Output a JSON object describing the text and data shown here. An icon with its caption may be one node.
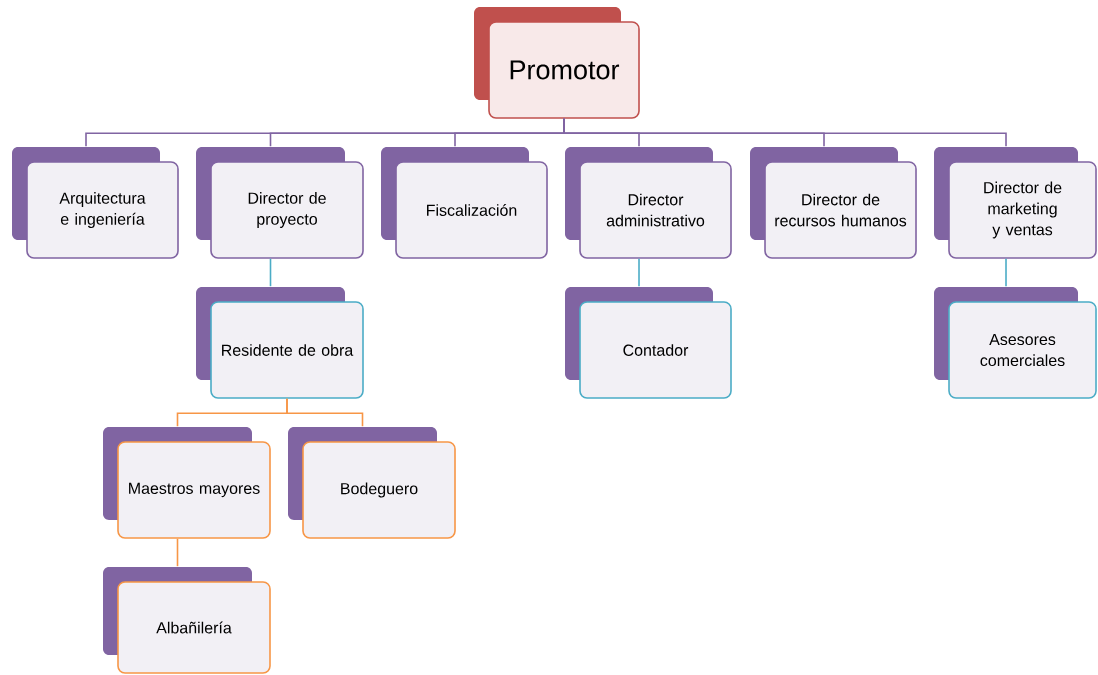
{
  "diagram": {
    "nodes": [
      {
        "text": [
          "Promotor"
        ]
      },
      {
        "text": [
          "Arquitectura e ingeniería"
        ]
      },
      {
        "text": [
          "Director de proyecto"
        ]
      },
      {
        "text": [
          "Fiscalización"
        ]
      },
      {
        "text": [
          "Director administrativo"
        ]
      },
      {
        "text": [
          "Director de recursos humanos"
        ]
      },
      {
        "text": [
          "Director de marketing y ventas"
        ]
      },
      {
        "text": [
          "Residente de obra"
        ]
      },
      {
        "text": [
          "Contador"
        ]
      },
      {
        "text": [
          "Asesores comerciales"
        ]
      },
      {
        "text": [
          "Maestros mayores"
        ]
      },
      {
        "text": [
          "Bodeguero"
        ]
      },
      {
        "text": [
          "Albañilería"
        ]
      }
    ],
    "edges": [
      {
        "from": 0,
        "to": 1,
        "arrow": "none"
      },
      {
        "from": 0,
        "to": 2,
        "arrow": "none"
      },
      {
        "from": 0,
        "to": 3,
        "arrow": "none"
      },
      {
        "from": 0,
        "to": 4,
        "arrow": "none"
      },
      {
        "from": 0,
        "to": 5,
        "arrow": "none"
      },
      {
        "from": 0,
        "to": 6,
        "arrow": "none"
      },
      {
        "from": 2,
        "to": 7,
        "arrow": "none",
        "color": "#4bacc6"
      },
      {
        "from": 4,
        "to": 8,
        "arrow": "none",
        "color": "#4bacc6"
      },
      {
        "from": 6,
        "to": 9,
        "arrow": "none",
        "color": "#4bacc6"
      },
      {
        "from": 7,
        "to": 10,
        "arrow": "none",
        "color": "#f79646"
      },
      {
        "from": 7,
        "to": 11,
        "arrow": "none",
        "color": "#f79646"
      },
      {
        "from": 10,
        "to": 12,
        "arrow": "none",
        "color": "#f79646"
      }
    ]
  }
}
